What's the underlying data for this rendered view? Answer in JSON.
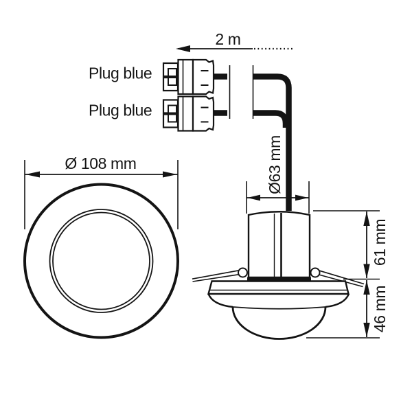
{
  "diagram": {
    "type": "technical-dimension-drawing",
    "subject": "ceiling presence detector, front view and side view with connection cable",
    "colors": {
      "line": "#141414",
      "background": "#ffffff"
    },
    "labels": {
      "cable_length": "2 m",
      "plug_top": "Plug blue",
      "plug_bottom": "Plug blue",
      "front_diameter": "Ø 108 mm",
      "recess_diameter": "Ø63 mm",
      "upper_height": "61 mm",
      "lower_height": "46 mm"
    }
  }
}
